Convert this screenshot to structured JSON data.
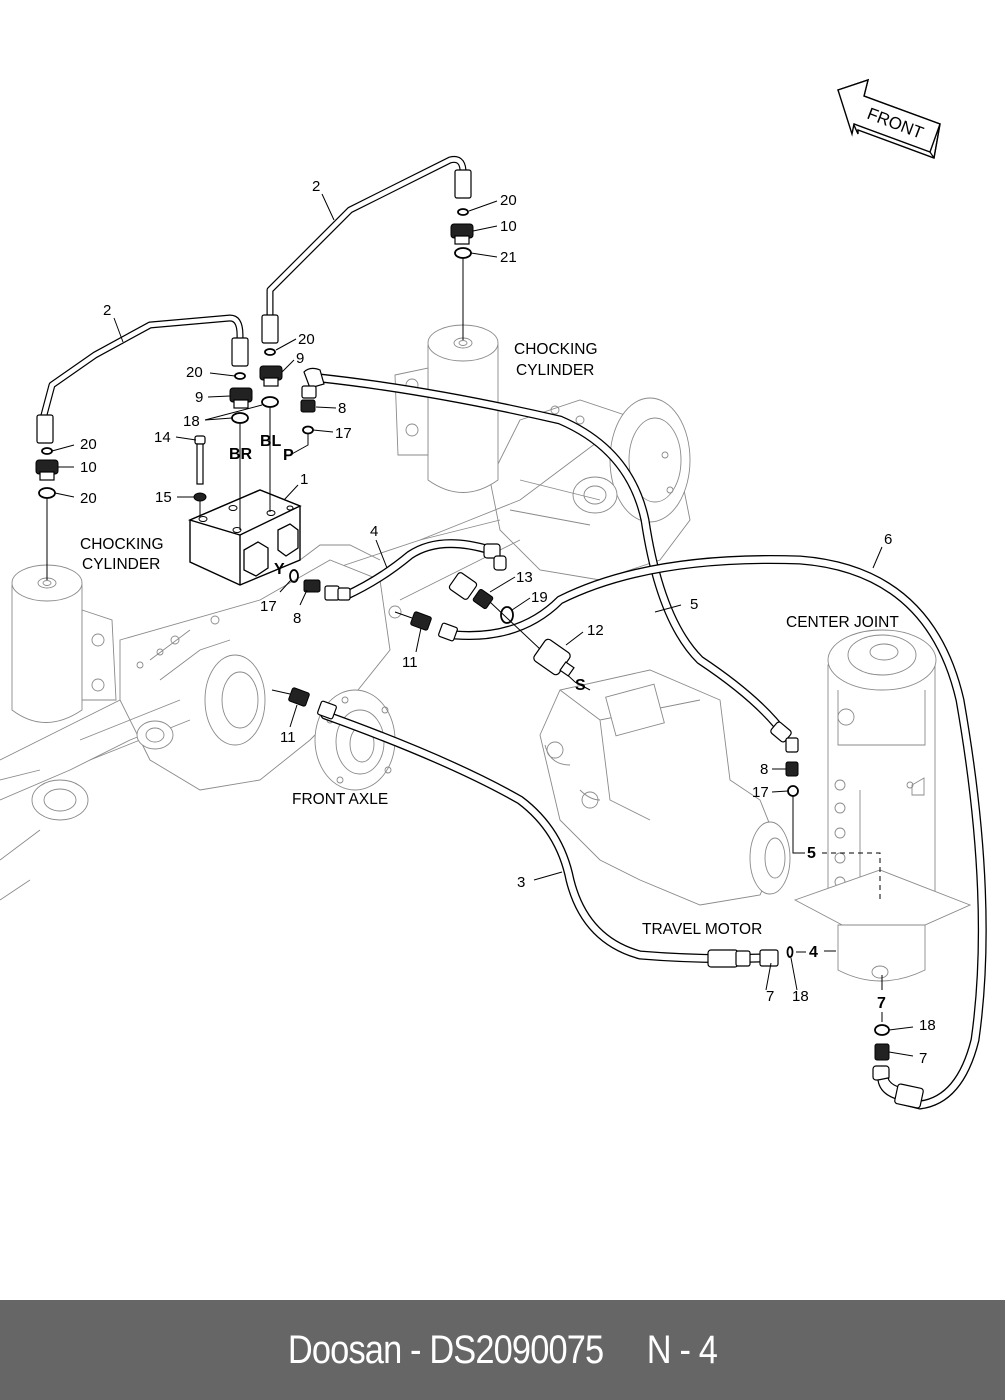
{
  "diagram": {
    "subject": "Axle chocking cylinder hydraulic piping",
    "orientation_marker": {
      "icon": "front-arrow-icon",
      "label": "FRONT"
    },
    "components": {
      "chocking_cylinder_left": "CHOCKING\nCYLINDER",
      "chocking_cylinder_left_line1": "CHOCKING",
      "chocking_cylinder_left_line2": "CYLINDER",
      "chocking_cylinder_right_line1": "CHOCKING",
      "chocking_cylinder_right_line2": "CYLINDER",
      "center_joint": "CENTER JOINT",
      "front_axle": "FRONT AXLE",
      "travel_motor": "TRAVEL MOTOR"
    },
    "port_labels": {
      "br": "BR",
      "bl": "BL",
      "p": "P",
      "y": "Y",
      "s": "S",
      "cj_port_5": "5",
      "cj_port_4": "4",
      "cj_port_7": "7"
    },
    "callouts": {
      "c1": "1",
      "c2_left": "2",
      "c2_top": "2",
      "c3": "3",
      "c4": "4",
      "c5": "5",
      "c6": "6",
      "c7_motor": "7",
      "c7_cj": "7",
      "c8_valve": "8",
      "c8_y": "8",
      "c8_cj": "8",
      "c9_left": "9",
      "c9_right": "9",
      "c10_left": "10",
      "c10_top": "10",
      "c11_left": "11",
      "c11_mid": "11",
      "c12": "12",
      "c13": "13",
      "c14": "14",
      "c15": "15",
      "c17_p": "17",
      "c17_y": "17",
      "c17_cj": "17",
      "c18_valve": "18",
      "c18_motor": "18",
      "c18_cj": "18",
      "c19": "19",
      "c20_a": "20",
      "c20_b": "20",
      "c20_c": "20",
      "c20_d": "20",
      "c20_top": "20",
      "c21": "21"
    }
  },
  "footer": {
    "brand": "Doosan",
    "part_number": "DS2090075",
    "page_ref": "N - 4",
    "text": "Doosan - DS2090075     N - 4"
  }
}
